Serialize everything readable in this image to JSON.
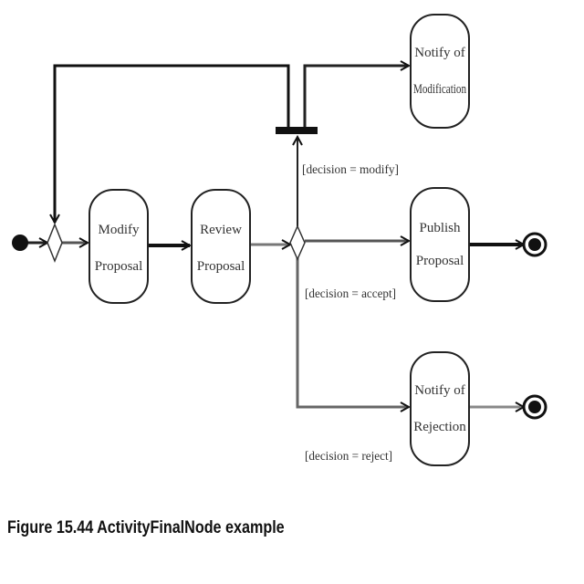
{
  "nodes": {
    "modify_proposal": [
      "Modify",
      "Proposal"
    ],
    "review_proposal": [
      "Review",
      "Proposal"
    ],
    "publish_proposal": [
      "Publish",
      "Proposal"
    ],
    "notify_modification": [
      "Notify of",
      "Modification"
    ],
    "notify_rejection": [
      "Notify of",
      "Rejection"
    ]
  },
  "guards": {
    "modify": "[decision = modify]",
    "accept": "[decision = accept]",
    "reject": "[decision = reject]"
  },
  "caption": "Figure 15.44  ActivityFinalNode example"
}
